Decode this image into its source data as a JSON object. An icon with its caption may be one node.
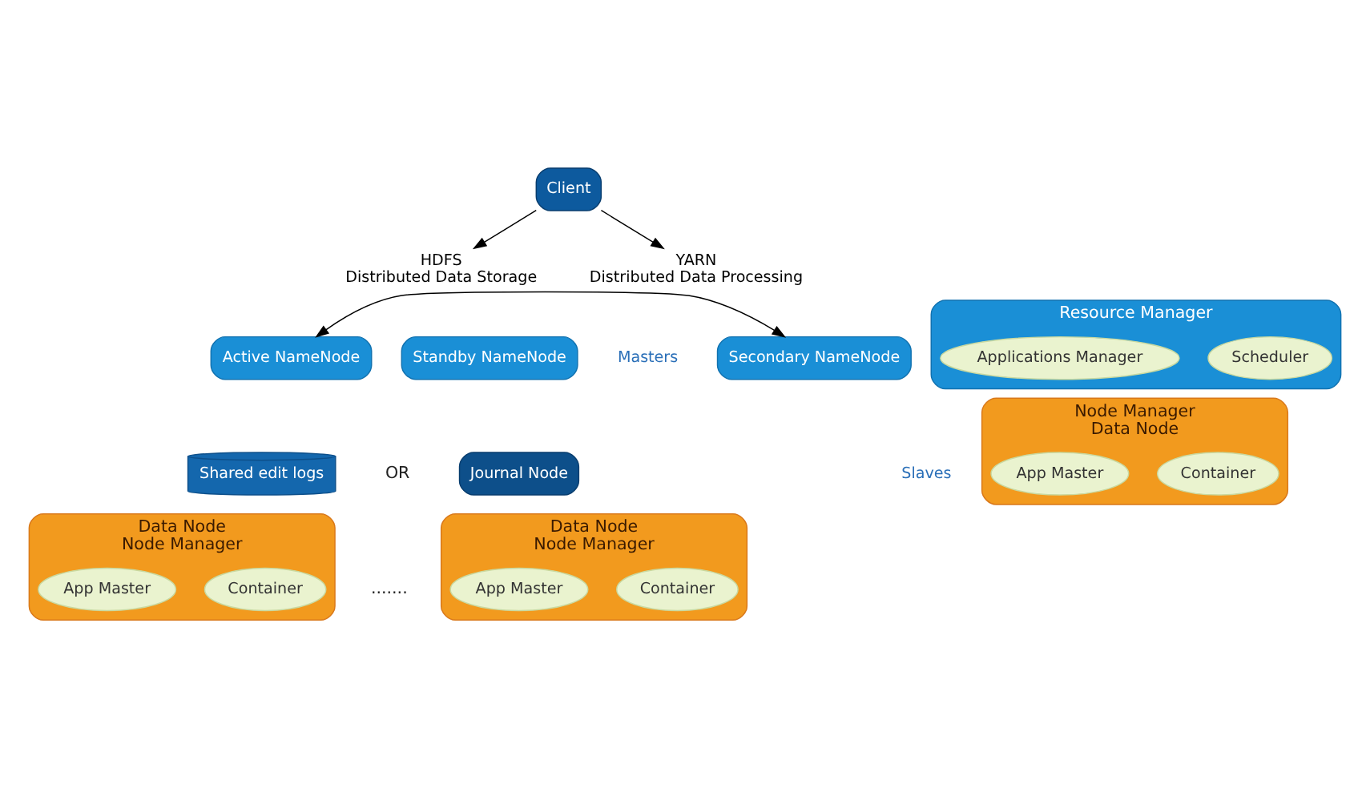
{
  "diagram": {
    "nodes": [
      {
        "text": [
          "Client"
        ]
      },
      {
        "text": [
          "HDFS",
          "Distributed Data Storage"
        ]
      },
      {
        "text": [
          "YARN",
          "Distributed Data Processing"
        ]
      },
      {
        "text": [
          "Secondary NameNode"
        ]
      },
      {
        "text": [
          "Active NameNode"
        ]
      },
      {
        "text": [
          "Standby NameNode"
        ]
      },
      {
        "text": [
          "Shared edit logs"
        ]
      },
      {
        "text": [
          "Journal Node"
        ]
      },
      {
        "text": [
          "Resource Manager"
        ]
      },
      {
        "text": [
          "Scheduler"
        ],
        "in": 8
      },
      {
        "text": [
          "Applications Manager"
        ],
        "in": 8
      },
      {
        "text": [
          "Data Node",
          "Node Manager"
        ]
      },
      {
        "text": [
          "Container"
        ],
        "in": 11
      },
      {
        "text": [
          "App Master"
        ],
        "in": 11
      },
      {
        "text": [
          "Data Node",
          "Node Manager"
        ]
      },
      {
        "text": [
          "Container"
        ],
        "in": 14
      },
      {
        "text": [
          "App Master"
        ],
        "in": 14
      },
      {
        "text": [
          "Node Manager",
          "Data Node"
        ]
      },
      {
        "text": [
          "Container"
        ],
        "in": 17
      },
      {
        "text": [
          "App Master"
        ],
        "in": 17
      }
    ],
    "edges": [
      {
        "from": 0,
        "to": 1,
        "arrow": "to"
      },
      {
        "from": 0,
        "to": 2,
        "arrow": "to"
      },
      {
        "from": 3,
        "to": 4,
        "arrow": "both"
      }
    ],
    "labels": [
      "OR",
      ".......",
      "Masters",
      "Slaves"
    ]
  }
}
